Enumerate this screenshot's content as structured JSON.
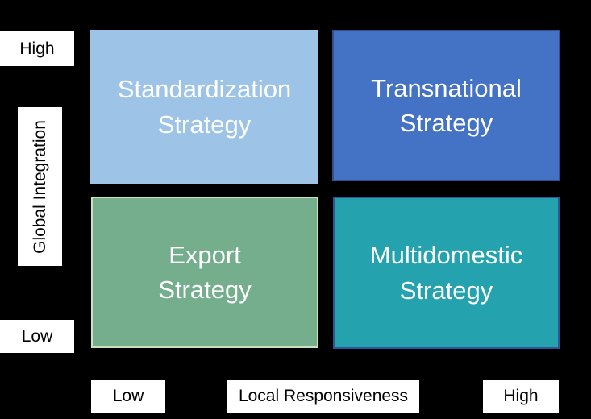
{
  "matrix": {
    "quadrants": {
      "standardization": {
        "line1": "Standardization",
        "line2": "Strategy",
        "fill": "#9DC3E6",
        "border": "#9DC3E6",
        "text_color": "#FFFFFF"
      },
      "transnational": {
        "line1": "Transnational",
        "line2": "Strategy",
        "fill": "#4472C4",
        "border": "#2F528F",
        "text_color": "#FFFFFF"
      },
      "export": {
        "line1": "Export",
        "line2": "Strategy",
        "fill": "#75AE8D",
        "border": "#C9E3BC",
        "text_color": "#FFFFFF"
      },
      "multidomestic": {
        "line1": "Multidomestic",
        "line2": "Strategy",
        "fill": "#24A3AF",
        "border": "#2F5597",
        "text_color": "#FFFFFF"
      }
    }
  },
  "y_axis": {
    "title": "Global Integration",
    "high_label": "High",
    "low_label": "Low"
  },
  "x_axis": {
    "title": "Local Responsiveness",
    "low_label": "Low",
    "high_label": "High"
  },
  "colors": {
    "background": "#000000",
    "label_background": "#FFFFFF",
    "label_text": "#000000"
  }
}
